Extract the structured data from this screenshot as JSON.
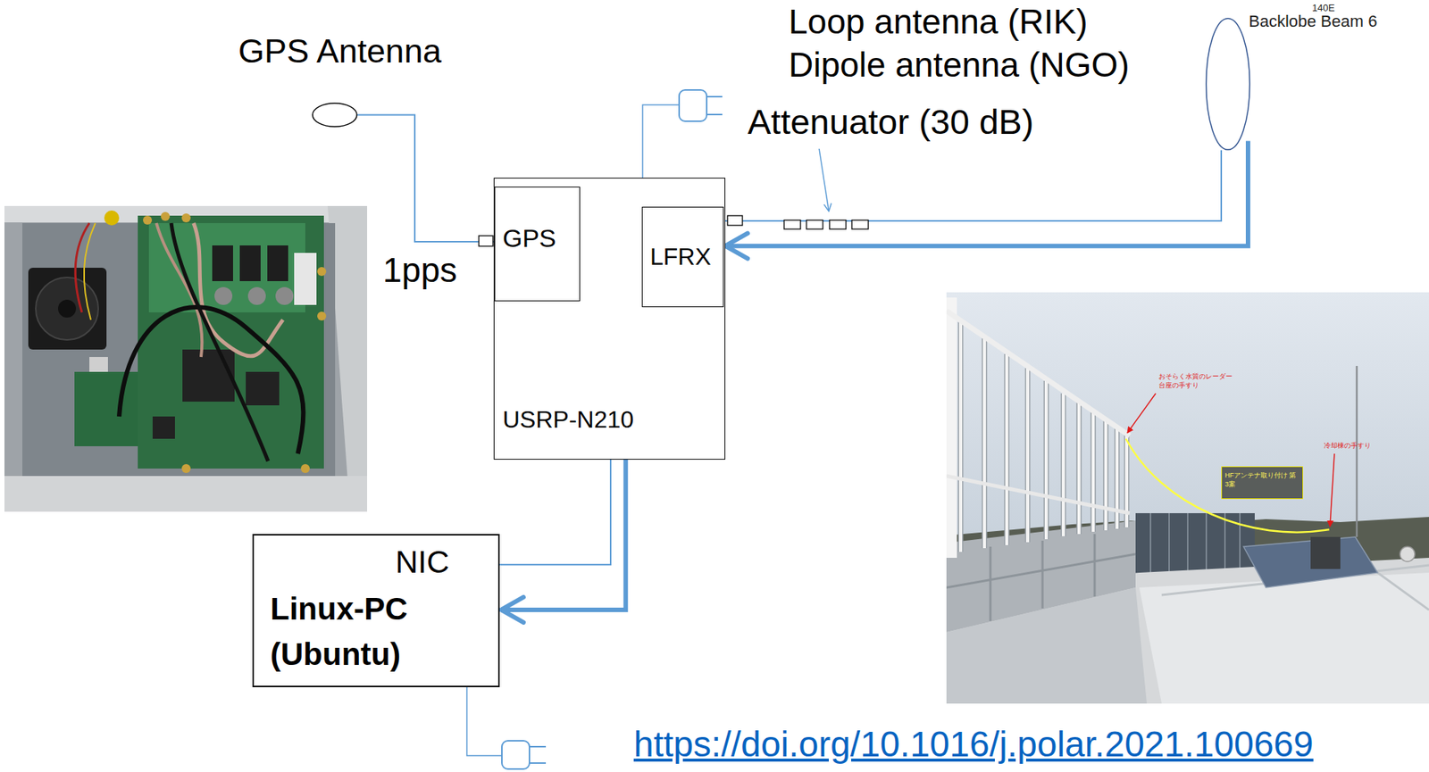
{
  "diagram": {
    "nodes": [
      {
        "text": [
          "GPS Antenna"
        ]
      },
      {
        "text": [
          "USRP-N210"
        ]
      },
      {
        "text": [
          "GPS"
        ],
        "in": 1
      },
      {
        "text": [
          "LFRX"
        ],
        "in": 1
      },
      {
        "text": [
          "Loop antenna (RIK)",
          "Dipole antenna (NGO)"
        ]
      },
      {
        "text": [
          "NIC",
          "Linux-PC (Ubuntu)"
        ]
      },
      {
        "text": [
          "HFアンテナ取り付け 第3案"
        ]
      }
    ],
    "edges": [
      {
        "from": 0,
        "to": 2,
        "arrow": "none",
        "label": "1pps"
      },
      {
        "from": 4,
        "to": 3,
        "arrow": "none"
      },
      {
        "from": 4,
        "to": 3,
        "arrow": "to"
      },
      {
        "from": 1,
        "to": 5,
        "arrow": "none"
      },
      {
        "from": 1,
        "to": 5,
        "arrow": "to"
      }
    ],
    "labels": [
      "Attenuator (30 dB)",
      "140E",
      "Backlobe Beam 6",
      "おそらく水質のレーダー 台座の手すり",
      "冷却棟の手すり",
      "https://doi.org/10.1016/j.polar.2021.100669"
    ]
  }
}
